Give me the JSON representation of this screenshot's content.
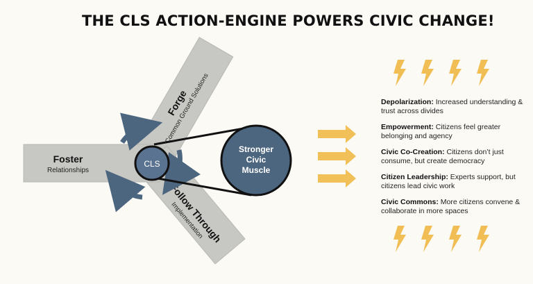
{
  "title": "THE CLS ACTION-ENGINE POWERS CIVIC CHANGE!",
  "arms": {
    "foster": {
      "label": "Foster",
      "sub": "Relationships"
    },
    "forge": {
      "label": "Forge",
      "sub": "Common Ground Solutions"
    },
    "follow": {
      "label": "Follow Through",
      "sub": "Implementation"
    }
  },
  "hub": {
    "label": "CLS"
  },
  "muscle": {
    "line1": "Stronger",
    "line2": "Civic",
    "line3": "Muscle"
  },
  "outcomes": [
    {
      "term": "Depolarization:",
      "text": " Increased understanding & trust across divides"
    },
    {
      "term": "Empowerment:",
      "text": " Citizens feel greater belonging and agency"
    },
    {
      "term": "Civic Co-Creation:",
      "text": " Citizens don’t just consume, but create democracy"
    },
    {
      "term": "Citizen Leadership:",
      "text": " Experts support, but citizens lead civic work"
    },
    {
      "term": "Civic Commons:",
      "text": " More citizens convene & collaborate in more spaces"
    }
  ],
  "colors": {
    "arm": "#c7c7c3",
    "armEdge": "#b3b3ae",
    "slate": "#4d6680",
    "arrow": "#f2c059",
    "bolt": "#f0be55"
  },
  "icons": {
    "bolt": "lightning-bolt-icon",
    "arrow": "right-arrow-icon",
    "cycle": "cycle-arrow-icon"
  }
}
